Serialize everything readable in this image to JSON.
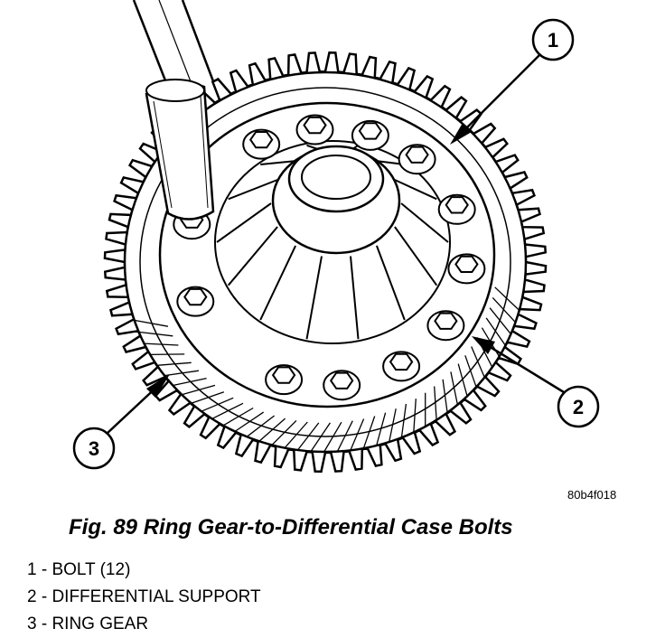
{
  "figure": {
    "code": "80b4f018",
    "caption": "Fig. 89 Ring Gear-to-Differential Case Bolts",
    "callouts": [
      "1",
      "2",
      "3"
    ],
    "legend": [
      "1 - BOLT (12)",
      "2 - DIFFERENTIAL SUPPORT",
      "3 - RING GEAR"
    ]
  }
}
